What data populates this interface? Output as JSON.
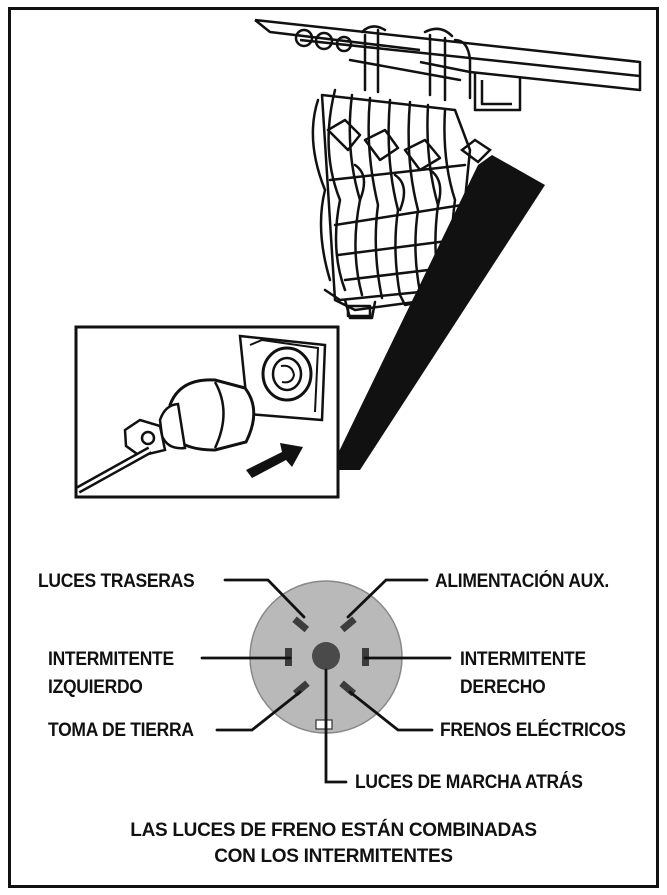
{
  "labels": {
    "luces_traseras": "LUCES TRASERAS",
    "alimentacion_aux": "ALIMENTACIÓN AUX.",
    "intermitente_izq_line1": "INTERMITENTE",
    "intermitente_izq_line2": "IZQUIERDO",
    "intermitente_der_line1": "INTERMITENTE",
    "intermitente_der_line2": "DERECHO",
    "toma_de_tierra": "TOMA DE TIERRA",
    "frenos_electricos": "FRENOS ELÉCTRICOS",
    "luces_marcha_atras": "LUCES DE MARCHA ATRÁS"
  },
  "caption": {
    "line1": "LAS LUCES DE FRENO ESTÁN COMBINADAS",
    "line2": "CON LOS INTERMITENTES"
  },
  "colors": {
    "ink": "#111111",
    "connector_face": "#b9b9b9",
    "connector_center": "#4a4a4a",
    "pin": "#3c3c3c"
  },
  "icons": {
    "arrow": "plug-direction-arrow",
    "connector": "seven-pin-round-connector"
  }
}
